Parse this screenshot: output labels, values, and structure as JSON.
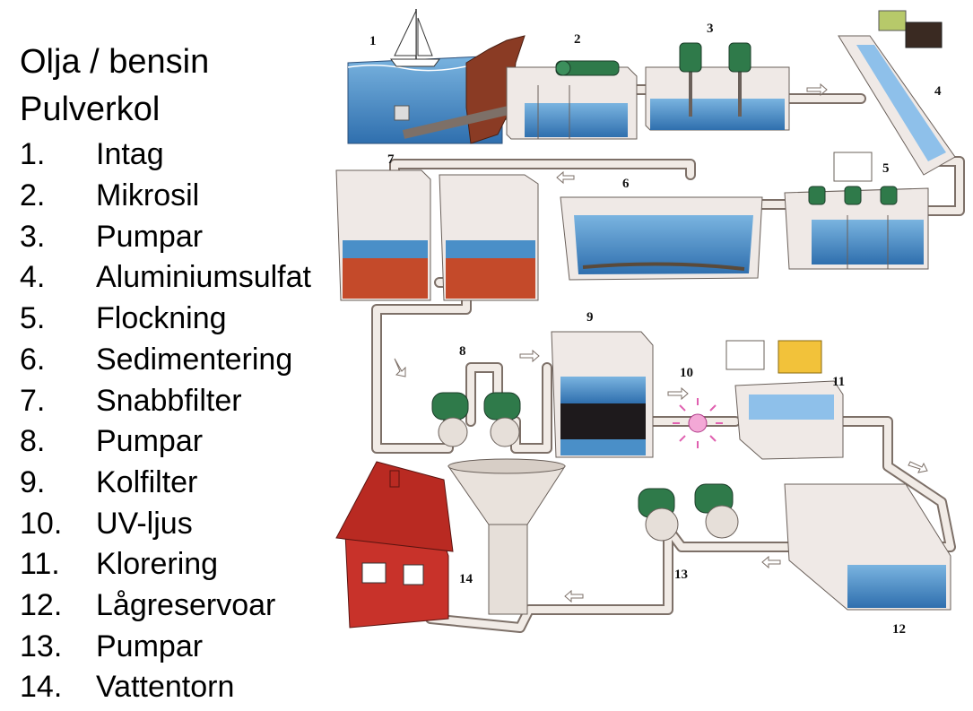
{
  "headings": [
    "Olja / bensin",
    "Pulverkol"
  ],
  "steps": [
    {
      "num": "1.",
      "label": "Intag"
    },
    {
      "num": "2.",
      "label": "Mikrosil"
    },
    {
      "num": "3.",
      "label": "Pumpar"
    },
    {
      "num": "4.",
      "label": "Aluminiumsulfat"
    },
    {
      "num": "5.",
      "label": "Flockning"
    },
    {
      "num": "6.",
      "label": "Sedimentering"
    },
    {
      "num": "7.",
      "label": "Snabbfilter"
    },
    {
      "num": "8.",
      "label": "Pumpar"
    },
    {
      "num": "9.",
      "label": "Kolfilter"
    },
    {
      "num": "10.",
      "label": "UV-ljus"
    },
    {
      "num": "11.",
      "label": "Klorering"
    },
    {
      "num": "12.",
      "label": "Lågreservoar"
    },
    {
      "num": "13.",
      "label": "Pumpar"
    },
    {
      "num": "14.",
      "label": "Vattentorn"
    }
  ],
  "diagram_numbers": [
    "1",
    "2",
    "3",
    "4",
    "5",
    "6",
    "7",
    "8",
    "9",
    "10",
    "11",
    "12",
    "13",
    "14"
  ],
  "colors": {
    "water": "#4a8fc8",
    "pipe": "#e9e2dc",
    "pipe_edge": "#7d7068",
    "tank": "#efe9e6",
    "filter_sand": "#c44a2a",
    "house": "#c8322a",
    "motor": "#2f7a4a",
    "uv": "#e060b0",
    "chemical": "#f2c23a"
  }
}
